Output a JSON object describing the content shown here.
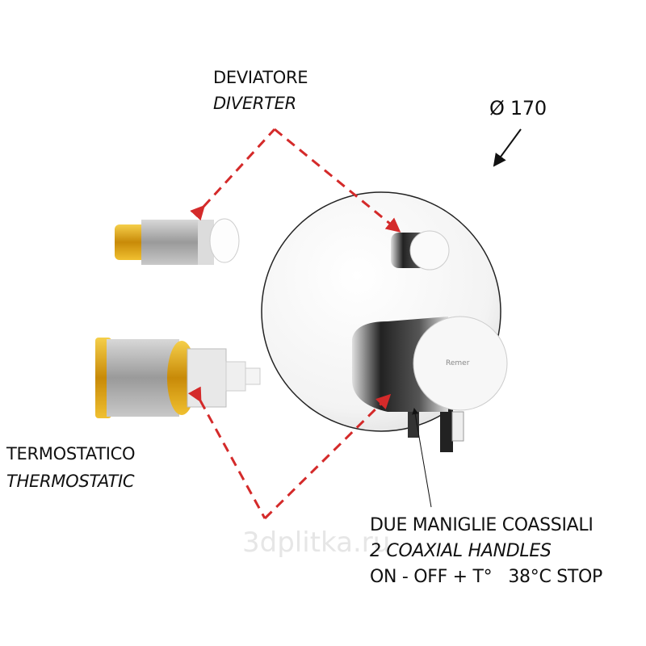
{
  "labels": {
    "diverter_it": "DEVIATORE",
    "diverter_en": "DIVERTER",
    "diameter": "Ø 170",
    "thermo_it": "TERMOSTATICO",
    "thermo_en": "THERMOSTATIC",
    "handles_it": "DUE MANIGLIE COASSIALI",
    "handles_en": "2 COAXIAL HANDLES",
    "handles_spec": "ON - OFF + T°   38°C STOP"
  },
  "watermark": "3dplitka.ru",
  "colors": {
    "dashed_arrow": "#d42a2a",
    "brass": "#d9a514",
    "chrome": "#b8b8b8"
  }
}
